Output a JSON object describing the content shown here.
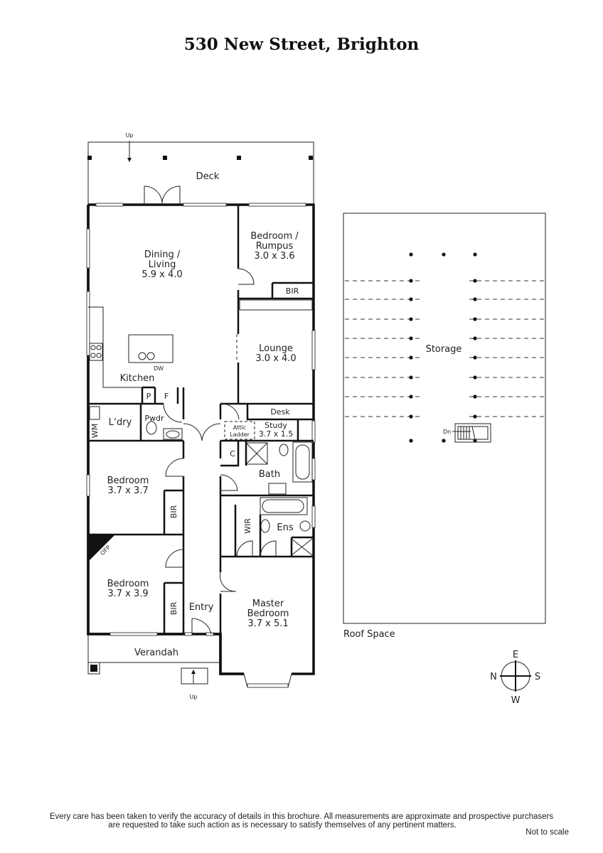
{
  "title": "530 New Street, Brighton",
  "rooms": {
    "deck": "Deck",
    "deck_up": "Up",
    "dining_l1": "Dining /",
    "dining_l2": "Living",
    "dining_dim": "5.9 x 4.0",
    "rumpus_l1": "Bedroom /",
    "rumpus_l2": "Rumpus",
    "rumpus_dim": "3.0 x 3.6",
    "rumpus_bir": "BIR",
    "lounge": "Lounge",
    "lounge_dim": "3.0 x 4.0",
    "kitchen": "Kitchen",
    "dw": "DW",
    "pantry": "P",
    "fridge": "F",
    "laundry": "L’dry",
    "wm": "WM",
    "powder": "Pwdr",
    "desk": "Desk",
    "attic_l1": "Attic",
    "attic_l2": "Ladder",
    "study": "Study",
    "study_dim": "3.7 x 1.5",
    "cupboard": "C",
    "bath": "Bath",
    "bed1": "Bedroom",
    "bed1_dim": "3.7 x 3.7",
    "bed1_bir": "BIR",
    "wir": "WIR",
    "ensuite": "Ens",
    "ofp": "OFP",
    "bed2": "Bedroom",
    "bed2_dim": "3.7 x 3.9",
    "bed2_bir": "BIR",
    "entry": "Entry",
    "master_l1": "Master",
    "master_l2": "Bedroom",
    "master_dim": "3.7 x 5.1",
    "verandah": "Verandah",
    "verandah_up": "Up"
  },
  "roof": {
    "storage": "Storage",
    "label": "Roof Space",
    "down": "Dn"
  },
  "compass": {
    "n": "N",
    "e": "E",
    "s": "S",
    "w": "W"
  },
  "footer": {
    "line1": "Every care has been taken to verify the accuracy of details in this brochure.  All measurements are approximate and prospective purchasers",
    "line2": "are requested to take such action as is necessary to satisfy themselves of any pertinent matters.",
    "scale": "Not to scale"
  }
}
